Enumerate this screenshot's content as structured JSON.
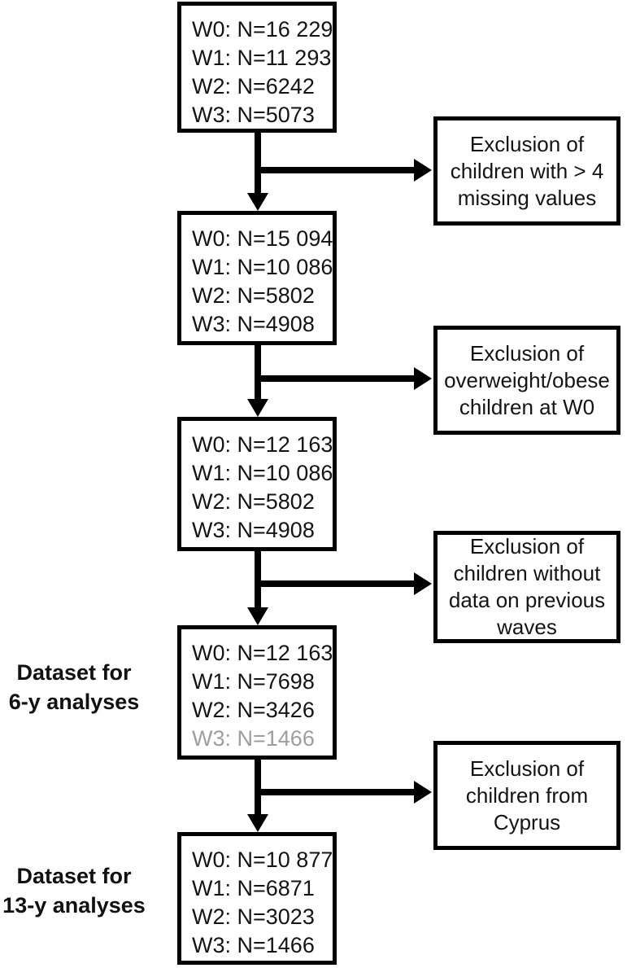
{
  "flow_boxes": [
    {
      "name": "initial-sample",
      "lines": [
        {
          "text": "W0: N=16 229",
          "muted": false
        },
        {
          "text": "W1: N=11 293",
          "muted": false
        },
        {
          "text": "W2: N=6242",
          "muted": false
        },
        {
          "text": "W3: N=5073",
          "muted": false
        }
      ]
    },
    {
      "name": "after-missing-values-exclusion",
      "lines": [
        {
          "text": "W0: N=15 094",
          "muted": false
        },
        {
          "text": "W1: N=10 086",
          "muted": false
        },
        {
          "text": "W2: N=5802",
          "muted": false
        },
        {
          "text": "W3: N=4908",
          "muted": false
        }
      ]
    },
    {
      "name": "after-overweight-exclusion",
      "lines": [
        {
          "text": "W0: N=12 163",
          "muted": false
        },
        {
          "text": "W1: N=10 086",
          "muted": false
        },
        {
          "text": "W2: N=5802",
          "muted": false
        },
        {
          "text": "W3: N=4908",
          "muted": false
        }
      ]
    },
    {
      "name": "dataset-6y",
      "lines": [
        {
          "text": "W0: N=12 163",
          "muted": false
        },
        {
          "text": "W1: N=7698",
          "muted": false
        },
        {
          "text": "W2: N=3426",
          "muted": false
        },
        {
          "text": "W3: N=1466",
          "muted": true
        }
      ]
    },
    {
      "name": "dataset-13y",
      "lines": [
        {
          "text": "W0: N=10 877",
          "muted": false
        },
        {
          "text": "W1: N=6871",
          "muted": false
        },
        {
          "text": "W2: N=3023",
          "muted": false
        },
        {
          "text": "W3: N=1466",
          "muted": false
        }
      ]
    }
  ],
  "exclusion_boxes": [
    {
      "text": "Exclusion of\nchildren with > 4\nmissing values"
    },
    {
      "text": "Exclusion of\noverweight/obese\nchildren at W0"
    },
    {
      "text": "Exclusion of\nchildren without\ndata on previous\nwaves"
    },
    {
      "text": "Exclusion of\nchildren from\nCyprus"
    }
  ],
  "side_labels": [
    {
      "text": "Dataset for\n6-y analyses"
    },
    {
      "text": "Dataset for\n13-y analyses"
    }
  ],
  "colors": {
    "line": "#000000",
    "text": "#141414",
    "muted_text": "#9e9e9e",
    "background": "#ffffff"
  }
}
